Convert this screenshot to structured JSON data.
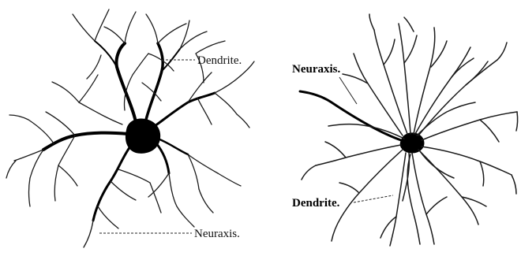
{
  "left_figure": {
    "label_dendrite": "Dendrite.",
    "label_neuraxis": "Neuraxis."
  },
  "right_figure": {
    "label_neuraxis": "Neuraxis.",
    "label_dendrite": "Dendrite."
  },
  "colors": {
    "ink": "#000000",
    "background": "#ffffff"
  }
}
